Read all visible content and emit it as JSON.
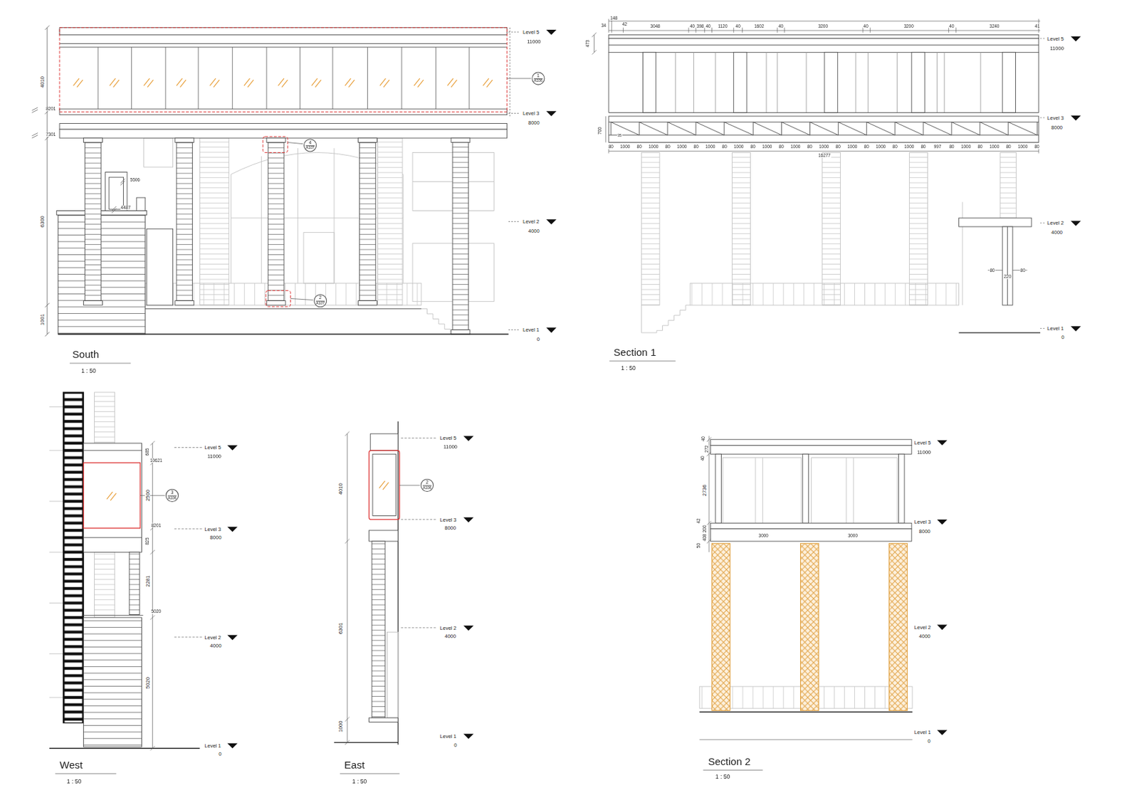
{
  "diagram": {
    "nodes": [
      {
        "text": [
          "1",
          "A106"
        ]
      },
      {
        "text": [
          "4",
          "A107"
        ]
      },
      {
        "text": [
          "2",
          "A107"
        ]
      },
      {
        "text": [
          "3",
          "A106"
        ]
      },
      {
        "text": [
          "2",
          "A106"
        ]
      }
    ],
    "labels": [
      "Level 5",
      "11000",
      "Level 3",
      "8000",
      "Level 2",
      "4000",
      "Level 1",
      "0",
      "4010",
      "8201",
      "7301",
      "6300",
      "1001",
      "5506",
      "4487",
      "South",
      "1 : 50",
      "148",
      "34",
      "42",
      "3048",
      "40",
      "398",
      "40",
      "1120",
      "40",
      "1602",
      "40",
      "3200",
      "40",
      "3200",
      "40",
      "3240",
      "41",
      "473",
      "Level 5",
      "11000",
      "Level 3",
      "8000",
      "700",
      "35",
      "80",
      "1000",
      "80",
      "1000",
      "80",
      "1000",
      "80",
      "1000",
      "80",
      "1000",
      "80",
      "1000",
      "80",
      "1000",
      "80",
      "1000",
      "80",
      "1000",
      "80",
      "1000",
      "80",
      "1000",
      "80",
      "997",
      "80",
      "1000",
      "80",
      "1000",
      "80",
      "1000",
      "80",
      "16277",
      "Level 2",
      "4000",
      "80",
      "220",
      "80",
      "Level 1",
      "0",
      "Section 1",
      "1 : 50",
      "Level 5",
      "11000",
      "685",
      "10621",
      "2500",
      "8201",
      "Level 3",
      "8000",
      "825",
      "2281",
      "5020",
      "Level 2",
      "4000",
      "5020",
      "Level 1",
      "0",
      "West",
      "1 : 50",
      "Level 5",
      "11000",
      "4010",
      "Level 3",
      "8000",
      "Level 2",
      "4000",
      "6301",
      "1000",
      "Level 1",
      "0",
      "East",
      "1 : 50",
      "40",
      "272",
      "40",
      "2736",
      "42",
      "200",
      "408",
      "50",
      "3000",
      "3000",
      "Level 5",
      "11000",
      "Level 3",
      "8000",
      "Level 2",
      "4000",
      "Level 1",
      "0",
      "Section 2",
      "1 : 50"
    ]
  }
}
